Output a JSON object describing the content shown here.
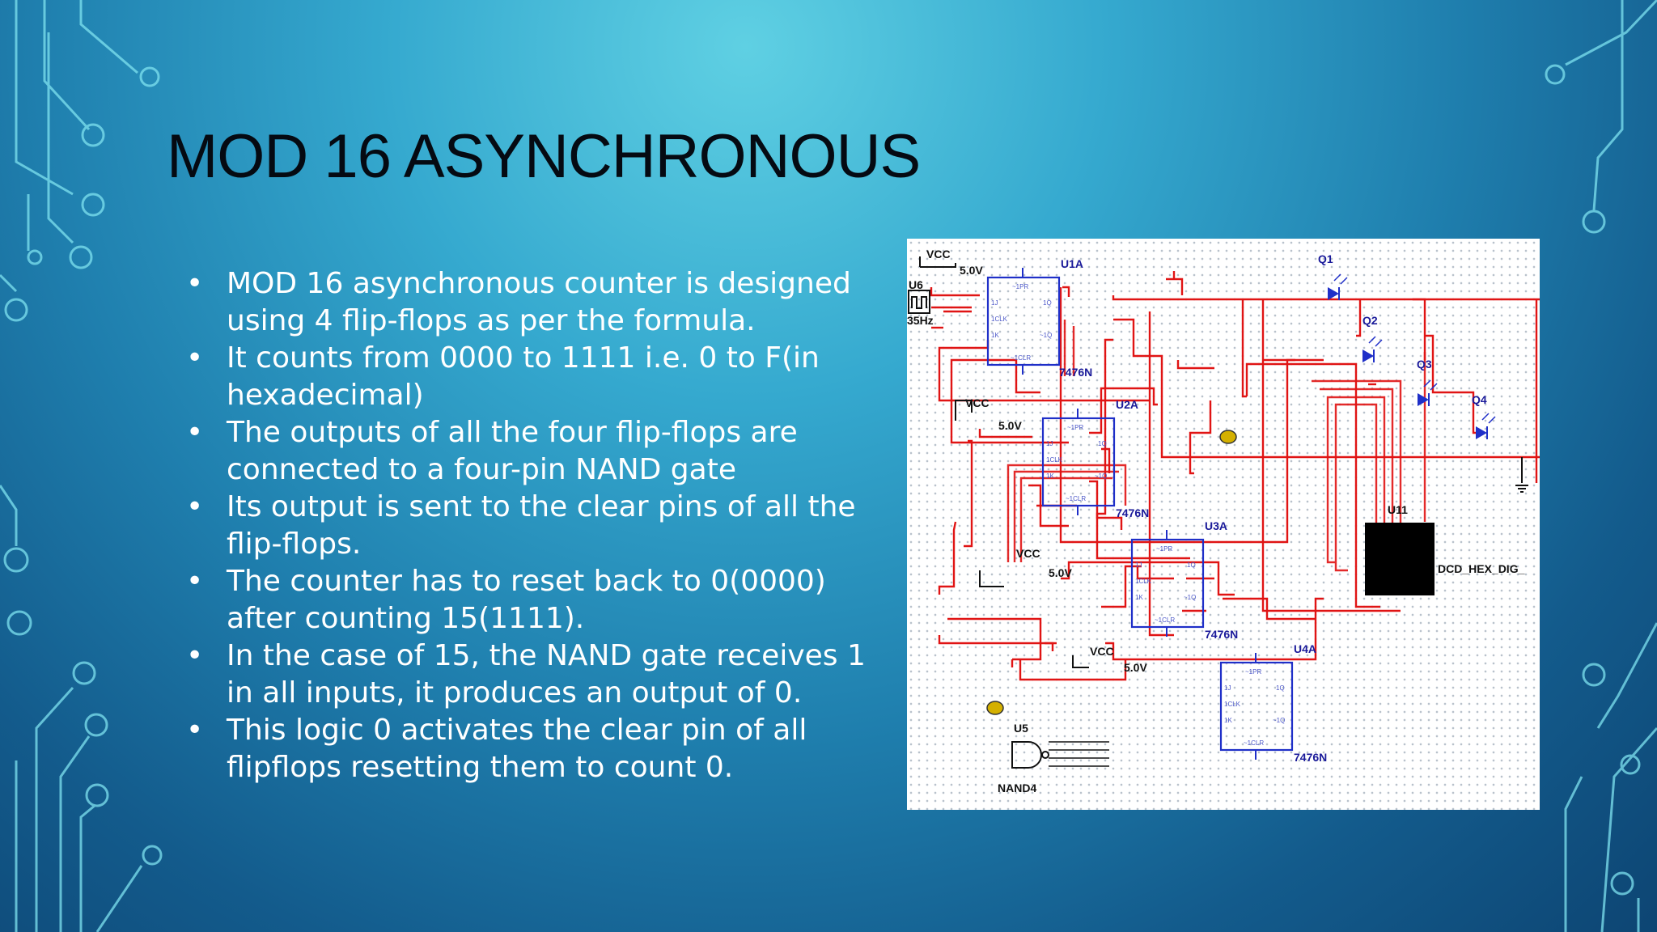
{
  "slide": {
    "title": "MOD 16 ASYNCHRONOUS",
    "bullets": [
      "MOD 16 asynchronous counter is designed using 4 flip-flops as per the formula.",
      "It counts from 0000 to 1111 i.e. 0 to F(in hexadecimal)",
      "The outputs of all the four flip-flops are connected to a four-pin NAND gate",
      "Its output is sent to the clear pins of all the flip-flops.",
      "The counter has to reset back to 0(0000) after counting 15(1111).",
      "In the case of 15, the NAND gate receives 1 in all inputs, it produces an output of 0.",
      "This logic 0 activates the clear pin of all flipflops resetting them to count 0."
    ]
  },
  "schematic": {
    "vcc_labels": [
      "VCC",
      "VCC",
      "VCC",
      "VCC"
    ],
    "voltage_labels": [
      "5.0V",
      "5.0V",
      "5.0V",
      "5.0V"
    ],
    "clock_label": "U6",
    "clock_freq": "35Hz",
    "chips": [
      {
        "ref": "U1A",
        "part": "7476N"
      },
      {
        "ref": "U2A",
        "part": "7476N"
      },
      {
        "ref": "U3A",
        "part": "7476N"
      },
      {
        "ref": "U4A",
        "part": "7476N"
      }
    ],
    "pin_labels": [
      "~1PR",
      "1J",
      "1CLK",
      "1K",
      "~1CLR",
      "1Q",
      "~1Q"
    ],
    "leds": [
      "Q1",
      "Q2",
      "Q3",
      "Q4"
    ],
    "display": {
      "ref": "U11",
      "part": "DCD_HEX_DIG_"
    },
    "gate": {
      "ref": "U5",
      "part": "NAND4"
    },
    "colors": {
      "wire": "#e01414",
      "component": "#1f2fc8",
      "display": "#000000",
      "probe": "#d4b000"
    }
  }
}
